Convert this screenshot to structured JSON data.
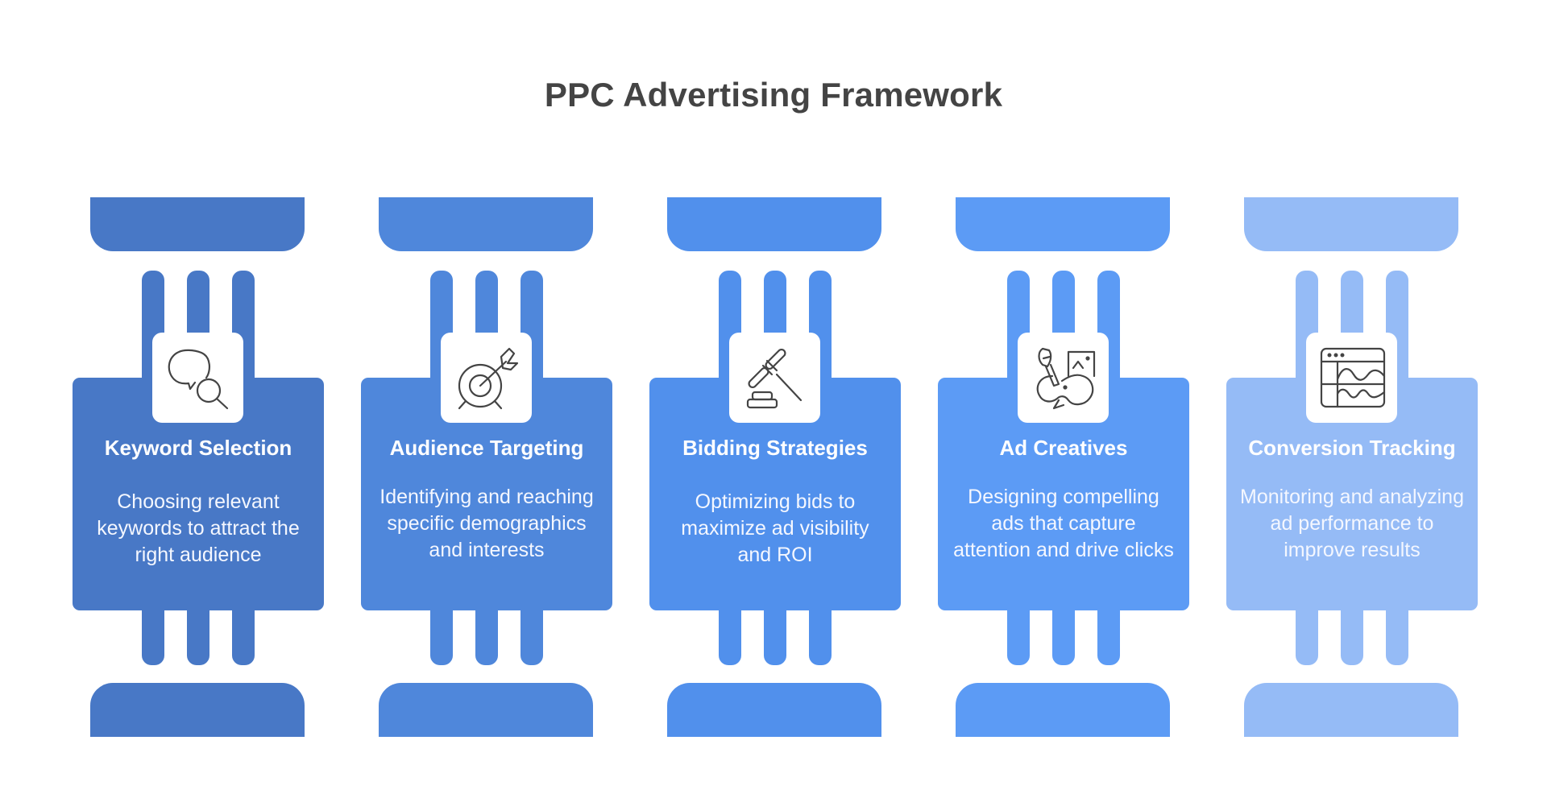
{
  "title": "PPC Advertising Framework",
  "colors": {
    "background": "#ffffff",
    "title_text": "#444444",
    "icon_stroke": "#444444",
    "pillar_1": "#4878c6",
    "pillar_2": "#4f87db",
    "pillar_3": "#5190ec",
    "pillar_4": "#5c9bf5",
    "pillar_5": "#95bbf6"
  },
  "pillars": [
    {
      "title": "Keyword Selection",
      "description": "Choosing relevant keywords to attract the right audience",
      "icon": "speech-bubble-magnifier-icon",
      "color": "#4878c6"
    },
    {
      "title": "Audience Targeting",
      "description": "Identifying and reaching specific demographics and interests",
      "icon": "target-arrow-icon",
      "color": "#4f87db"
    },
    {
      "title": "Bidding Strategies",
      "description": "Optimizing bids to maximize ad visibility and ROI",
      "icon": "gavel-icon",
      "color": "#5190ec"
    },
    {
      "title": "Ad Creatives",
      "description": "Designing compelling ads that capture attention and drive clicks",
      "icon": "paintbrush-image-icon",
      "color": "#5c9bf5"
    },
    {
      "title": "Conversion Tracking",
      "description": "Monitoring and analyzing ad performance to improve results",
      "icon": "analytics-dashboard-icon",
      "color": "#95bbf6"
    }
  ]
}
